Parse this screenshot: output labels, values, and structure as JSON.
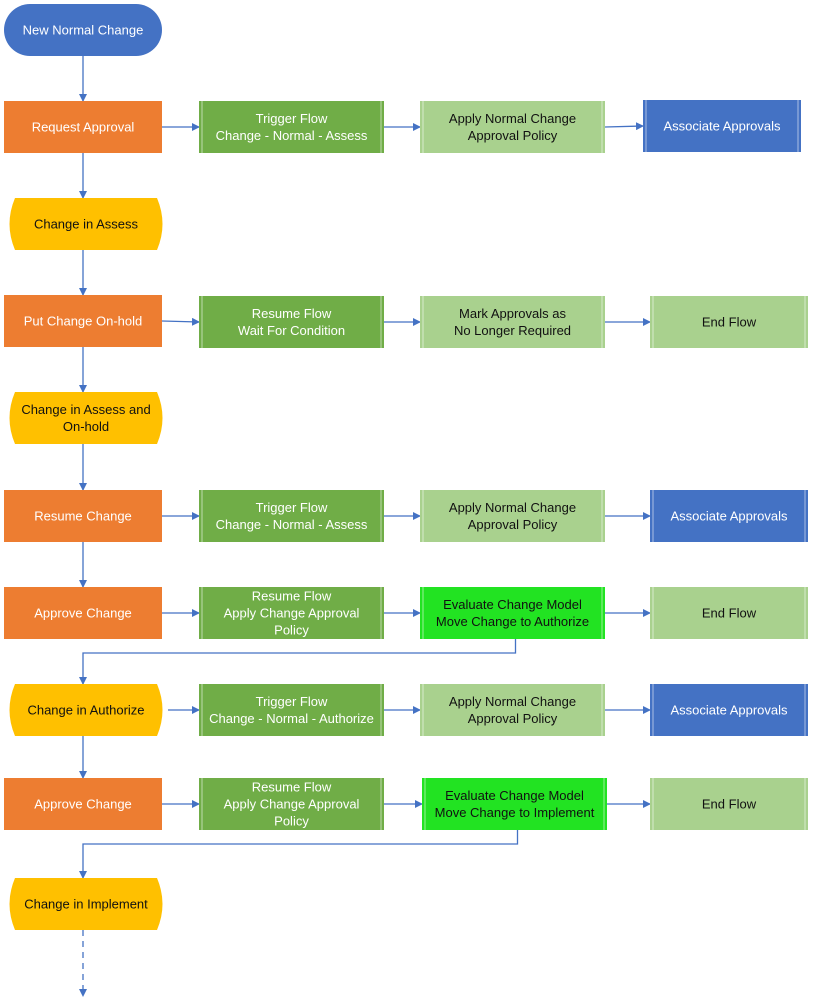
{
  "colors": {
    "start": "#4472C4",
    "process": "#ED7D31",
    "state": "#FFC000",
    "flow": "#70AD47",
    "policy": "#A9D18E",
    "evaluate": "#22E322",
    "approvals": "#4472C4",
    "end": "#A9D18E",
    "connector": "#4472C4"
  },
  "nodes": [
    {
      "id": "n1",
      "type": "start",
      "lines": [
        "New Normal Change"
      ]
    },
    {
      "id": "n2",
      "type": "process",
      "lines": [
        "Request Approval"
      ]
    },
    {
      "id": "n3",
      "type": "flow",
      "lines": [
        "Trigger Flow",
        "Change - Normal - Assess"
      ]
    },
    {
      "id": "n4",
      "type": "policy",
      "lines": [
        "Apply Normal Change",
        "Approval Policy"
      ]
    },
    {
      "id": "n5",
      "type": "approvals",
      "lines": [
        "Associate Approvals"
      ]
    },
    {
      "id": "n6",
      "type": "state",
      "lines": [
        "Change in Assess"
      ]
    },
    {
      "id": "n7",
      "type": "process",
      "lines": [
        "Put Change On-hold"
      ]
    },
    {
      "id": "n8",
      "type": "flow",
      "lines": [
        "Resume Flow",
        "Wait For Condition"
      ]
    },
    {
      "id": "n9",
      "type": "policy",
      "lines": [
        "Mark Approvals as",
        "No Longer Required"
      ]
    },
    {
      "id": "n10",
      "type": "end",
      "lines": [
        "End Flow"
      ]
    },
    {
      "id": "n11",
      "type": "state",
      "lines": [
        "Change in Assess and",
        "On-hold"
      ]
    },
    {
      "id": "n12",
      "type": "process",
      "lines": [
        "Resume Change"
      ]
    },
    {
      "id": "n13",
      "type": "flow",
      "lines": [
        "Trigger Flow",
        "Change - Normal - Assess"
      ]
    },
    {
      "id": "n14",
      "type": "policy",
      "lines": [
        "Apply Normal Change",
        "Approval Policy"
      ]
    },
    {
      "id": "n15",
      "type": "approvals",
      "lines": [
        "Associate Approvals"
      ]
    },
    {
      "id": "n16",
      "type": "process",
      "lines": [
        "Approve Change"
      ]
    },
    {
      "id": "n17",
      "type": "flow",
      "lines": [
        "Resume Flow",
        "Apply Change Approval",
        "Policy"
      ]
    },
    {
      "id": "n18",
      "type": "evaluate",
      "lines": [
        "Evaluate Change Model",
        "Move Change to Authorize"
      ]
    },
    {
      "id": "n19",
      "type": "end",
      "lines": [
        "End Flow"
      ]
    },
    {
      "id": "n20",
      "type": "state",
      "lines": [
        "Change in Authorize"
      ]
    },
    {
      "id": "n21",
      "type": "flow",
      "lines": [
        "Trigger Flow",
        "Change - Normal - Authorize"
      ]
    },
    {
      "id": "n22",
      "type": "policy",
      "lines": [
        "Apply Normal Change",
        "Approval Policy"
      ]
    },
    {
      "id": "n23",
      "type": "approvals",
      "lines": [
        "Associate Approvals"
      ]
    },
    {
      "id": "n24",
      "type": "process",
      "lines": [
        "Approve Change"
      ]
    },
    {
      "id": "n25",
      "type": "flow",
      "lines": [
        "Resume Flow",
        "Apply Change Approval",
        "Policy"
      ]
    },
    {
      "id": "n26",
      "type": "evaluate",
      "lines": [
        "Evaluate Change Model",
        "Move Change to Implement"
      ]
    },
    {
      "id": "n27",
      "type": "end",
      "lines": [
        "End Flow"
      ]
    },
    {
      "id": "n28",
      "type": "state",
      "lines": [
        "Change in Implement"
      ]
    }
  ],
  "edges": [
    {
      "from": "n1",
      "to": "n2"
    },
    {
      "from": "n2",
      "to": "n3"
    },
    {
      "from": "n3",
      "to": "n4"
    },
    {
      "from": "n4",
      "to": "n5"
    },
    {
      "from": "n2",
      "to": "n6"
    },
    {
      "from": "n6",
      "to": "n7"
    },
    {
      "from": "n7",
      "to": "n8"
    },
    {
      "from": "n8",
      "to": "n9"
    },
    {
      "from": "n9",
      "to": "n10"
    },
    {
      "from": "n7",
      "to": "n11"
    },
    {
      "from": "n11",
      "to": "n12"
    },
    {
      "from": "n12",
      "to": "n13"
    },
    {
      "from": "n13",
      "to": "n14"
    },
    {
      "from": "n14",
      "to": "n15"
    },
    {
      "from": "n12",
      "to": "n16"
    },
    {
      "from": "n16",
      "to": "n17"
    },
    {
      "from": "n17",
      "to": "n18"
    },
    {
      "from": "n18",
      "to": "n19"
    },
    {
      "from": "n18",
      "to": "n20"
    },
    {
      "from": "n20",
      "to": "n21"
    },
    {
      "from": "n21",
      "to": "n22"
    },
    {
      "from": "n22",
      "to": "n23"
    },
    {
      "from": "n20",
      "to": "n24"
    },
    {
      "from": "n24",
      "to": "n25"
    },
    {
      "from": "n25",
      "to": "n26"
    },
    {
      "from": "n26",
      "to": "n27"
    },
    {
      "from": "n26",
      "to": "n28"
    },
    {
      "from": "n28",
      "to": "continuation",
      "style": "dashed"
    }
  ]
}
